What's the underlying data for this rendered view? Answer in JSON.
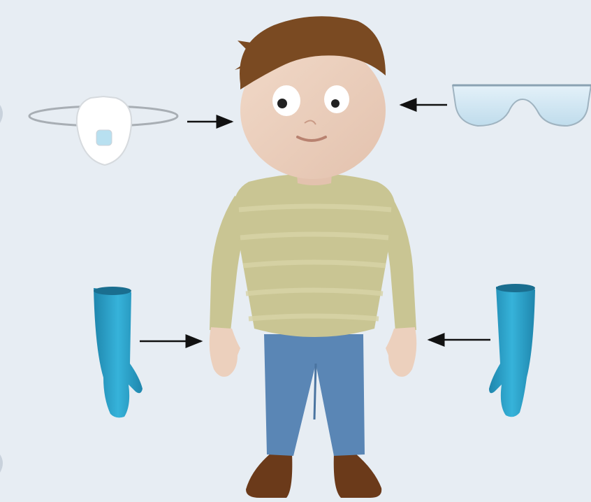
{
  "diagram": {
    "subject": "child-figure",
    "items": [
      {
        "id": "dust-mask",
        "icon": "dust-mask-icon",
        "points": "face",
        "color": "#ffffff"
      },
      {
        "id": "safety-glasses",
        "icon": "safety-glasses-icon",
        "points": "eyes",
        "color": "#cfe6f3"
      },
      {
        "id": "glove-left",
        "icon": "glove-icon",
        "points": "right-hand",
        "color": "#2aa3c9"
      },
      {
        "id": "glove-right",
        "icon": "glove-icon",
        "points": "left-hand",
        "color": "#2aa3c9"
      }
    ],
    "colors": {
      "background": "#e7edf3",
      "skin": "#ecd0bd",
      "hair": "#7a4a22",
      "sweater": "#c9c593",
      "jeans": "#5a86b5",
      "shoes": "#6b3a1a",
      "arrow": "#111111"
    }
  }
}
